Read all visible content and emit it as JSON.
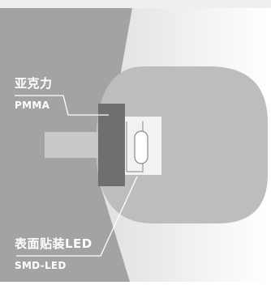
{
  "labels": {
    "acrylic_cn": "亚克力",
    "acrylic_en": "PMMA",
    "smd_cn": "表面贴装LED",
    "smd_en": "SMD-LED"
  },
  "colors": {
    "top_band": "#eef0ef",
    "dark_panel": "#a3a3a3",
    "lens": "#bdbdbd",
    "substrate": "#6f6f6f",
    "stub": "#c9c9c9",
    "leader": "#ffffff"
  }
}
